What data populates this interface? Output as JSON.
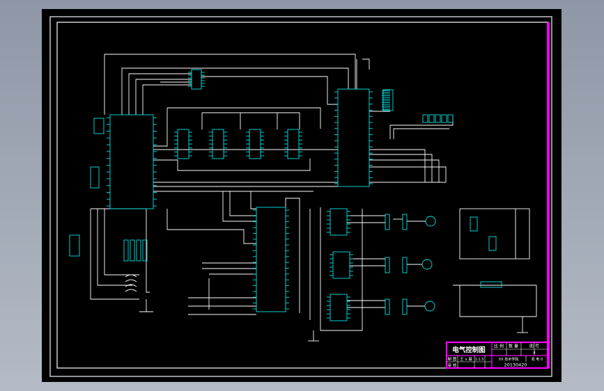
{
  "drawing": {
    "background": "#000000",
    "frame_color": "#ffffff",
    "title_block_color": "#ff00ff",
    "wire_color": "#ffffff",
    "component_color": "#00e5e5",
    "grid_color": "#ffffff"
  },
  "title_block": {
    "title": "电气控制图",
    "header_cells": [
      "比 例",
      "数 量",
      "图 号"
    ],
    "scale_value": "",
    "quantity_value": "4",
    "row2_label": "制 图",
    "row2_name": "王 x 晨",
    "row2_mark": "1:1.5",
    "row2_desc": "XX 技术学院",
    "row2_right": "机 电 0",
    "row3_label": "审 核",
    "date": "20130420"
  }
}
